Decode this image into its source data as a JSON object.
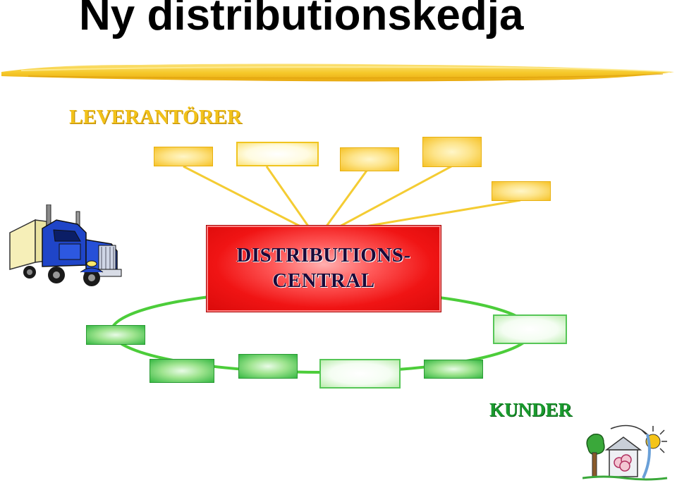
{
  "slide": {
    "title": "Ny distributionskedja",
    "suppliers_label": "LEVERANTÖRER",
    "customers_label": "KUNDER",
    "center_line1": "DISTRIBUTIONS-",
    "center_line2": "CENTRAL"
  },
  "colors": {
    "supplier": "#f6c226",
    "customer": "#36b843",
    "center": "#f01414",
    "supplier_link": "#f4cc33",
    "customer_ring": "#4ccd3a"
  },
  "icons": {
    "truck": "truck-icon",
    "customer": "house-sun-icon"
  }
}
